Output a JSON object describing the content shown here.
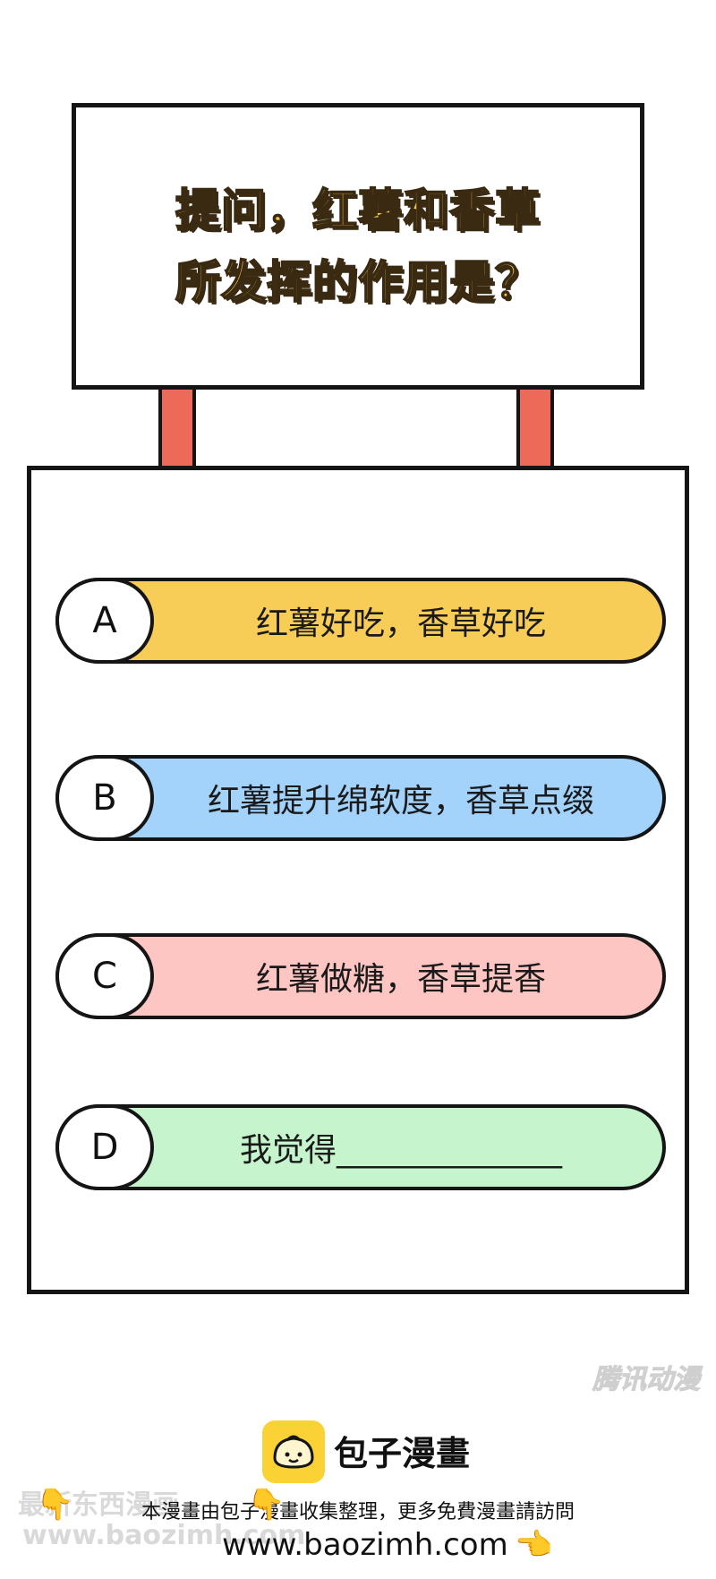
{
  "question": {
    "line1": "提问，红薯和香草",
    "line2": "所发挥的作用是？"
  },
  "options": [
    {
      "letter": "A",
      "text": "红薯好吃，香草好吃",
      "color": "#f7cd58"
    },
    {
      "letter": "B",
      "text": "红薯提升绵软度，香草点缀",
      "color": "#a3d2fb"
    },
    {
      "letter": "C",
      "text": "红薯做糖，香草提香",
      "color": "#fdc6c2"
    },
    {
      "letter": "D",
      "text": "我觉得______________",
      "color": "#c5f4cd"
    }
  ],
  "watermark": {
    "tencent": "腾讯动漫",
    "left_line1": "最新东西漫画",
    "left_line2": "www.baozimh.com"
  },
  "footer": {
    "brand": "包子漫畫",
    "notice": "本漫畫由包子漫畫收集整理，更多免費漫畫請訪問",
    "url": "www.baozimh.com"
  },
  "colors": {
    "post": "#ec6a57",
    "title_fill": "#f6c348",
    "logo_bg": "#fbd235"
  }
}
